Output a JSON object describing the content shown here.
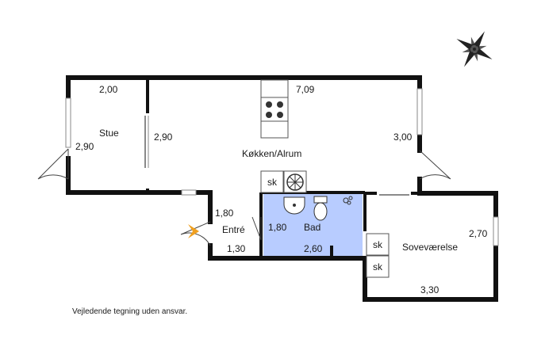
{
  "rooms": {
    "stue": "Stue",
    "kokken": "Køkken/Alrum",
    "entre": "Entré",
    "bad": "Bad",
    "sovevaerelse": "Soveværelse"
  },
  "dimensions": {
    "stue_width": "2,00",
    "stue_depth": "2,90",
    "kitchen_width": "7,09",
    "kitchen_left_depth": "2,90",
    "kitchen_right_depth": "3,00",
    "entre_depth": "1,80",
    "entre_width": "1,30",
    "bad_depth": "1,80",
    "bad_width": "2,60",
    "bedroom_depth": "2,70",
    "bedroom_width": "3,30"
  },
  "fixtures": {
    "cabinet_kitchen": "sk",
    "cabinet_bedroom_1": "sk",
    "cabinet_bedroom_2": "sk"
  },
  "colors": {
    "wall": "#111111",
    "bathroom_fill": "#b8ccff",
    "window": "#8a8a8a",
    "entrance_arrow": "#f0a020"
  },
  "disclaimer": "Vejledende tegning uden ansvar."
}
